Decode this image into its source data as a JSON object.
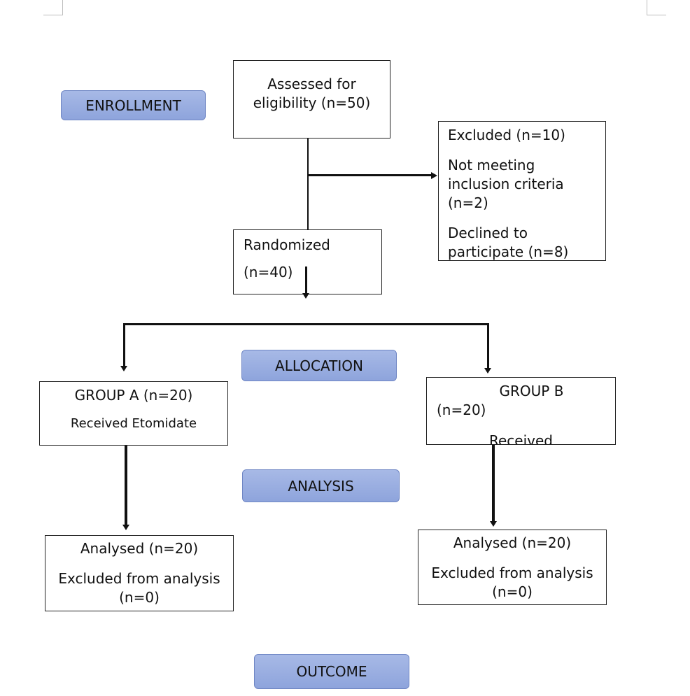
{
  "stages": {
    "enrollment": "ENROLLMENT",
    "allocation": "ALLOCATION",
    "analysis": "ANALYSIS",
    "outcome": "OUTCOME"
  },
  "assessed": {
    "line1": "Assessed for",
    "line2": "eligibility (n=50)"
  },
  "excluded": {
    "title": "Excluded (n=10)",
    "reason1": [
      "Not meeting",
      "inclusion criteria",
      "(n=2)"
    ],
    "reason2": [
      "Declined to",
      "participate (n=8)"
    ]
  },
  "randomized": {
    "label": "Randomized",
    "count": "(n=40)"
  },
  "group_a": {
    "title": "GROUP A (n=20)",
    "subtitle": "Received Etomidate"
  },
  "group_b": {
    "title": "GROUP B",
    "count": "(n=20)",
    "subtitle": "Received"
  },
  "analysed_a": {
    "title": "Analysed (n=20)",
    "line1": "Excluded from analysis",
    "line2": "(n=0)"
  },
  "analysed_b": {
    "title": "Analysed (n=20)",
    "line1": "Excluded from analysis",
    "line2": "(n=0)"
  },
  "colors": {
    "stage_fill": "#98acdf",
    "stage_border": "#6f86c4",
    "line": "#111111"
  }
}
